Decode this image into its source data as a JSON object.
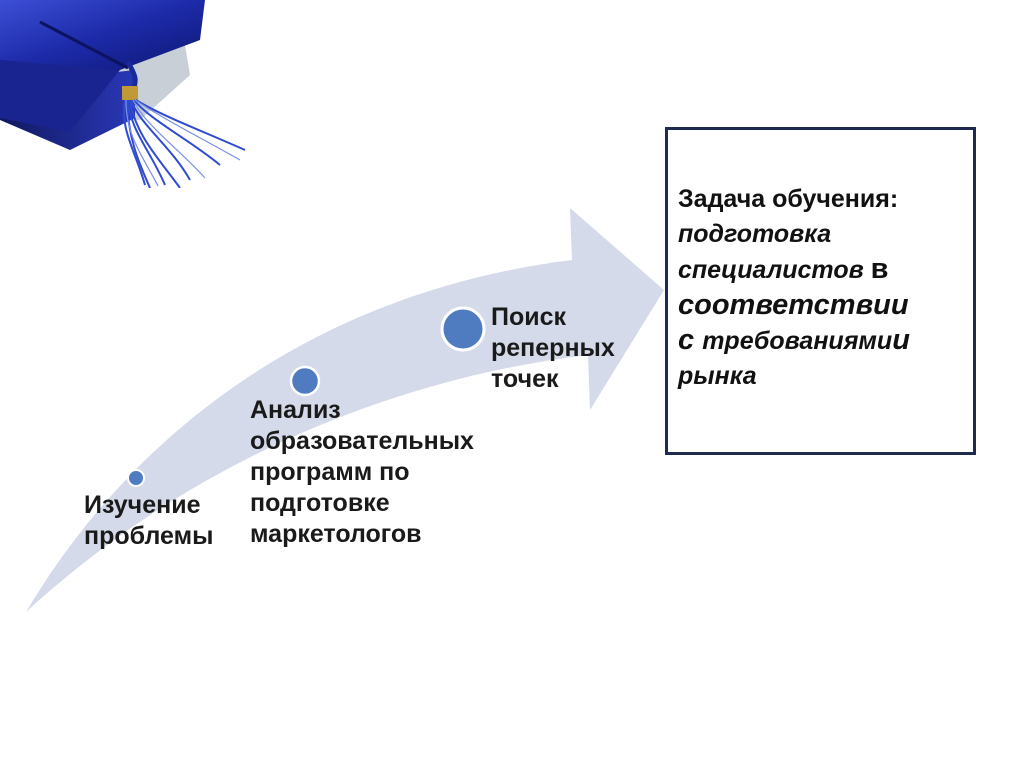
{
  "steps": [
    {
      "label_lines": [
        "Изучение",
        "проблемы"
      ]
    },
    {
      "label_lines": [
        "Анализ",
        "образовательных",
        "программ по",
        "подготовке",
        "маркетологов"
      ]
    },
    {
      "label_lines": [
        "Поиск",
        "реперных",
        "точек"
      ]
    }
  ],
  "task": {
    "heading": "Задача обучения:",
    "line1": "подготовка",
    "line2_a": "специалистов ",
    "line2_b": "в",
    "line3": "соответствии",
    "line4_a": "с ",
    "line4_b": "требованиями",
    "line4_c": "и",
    "line5": "рынка"
  },
  "colors": {
    "arrow_fill": "#d4dae9",
    "node_fill": "#4f7cc1",
    "node_stroke": "#ffffff",
    "box_border": "#1f2a52"
  },
  "icons": {
    "graduation_cap": "graduation-cap-icon"
  }
}
